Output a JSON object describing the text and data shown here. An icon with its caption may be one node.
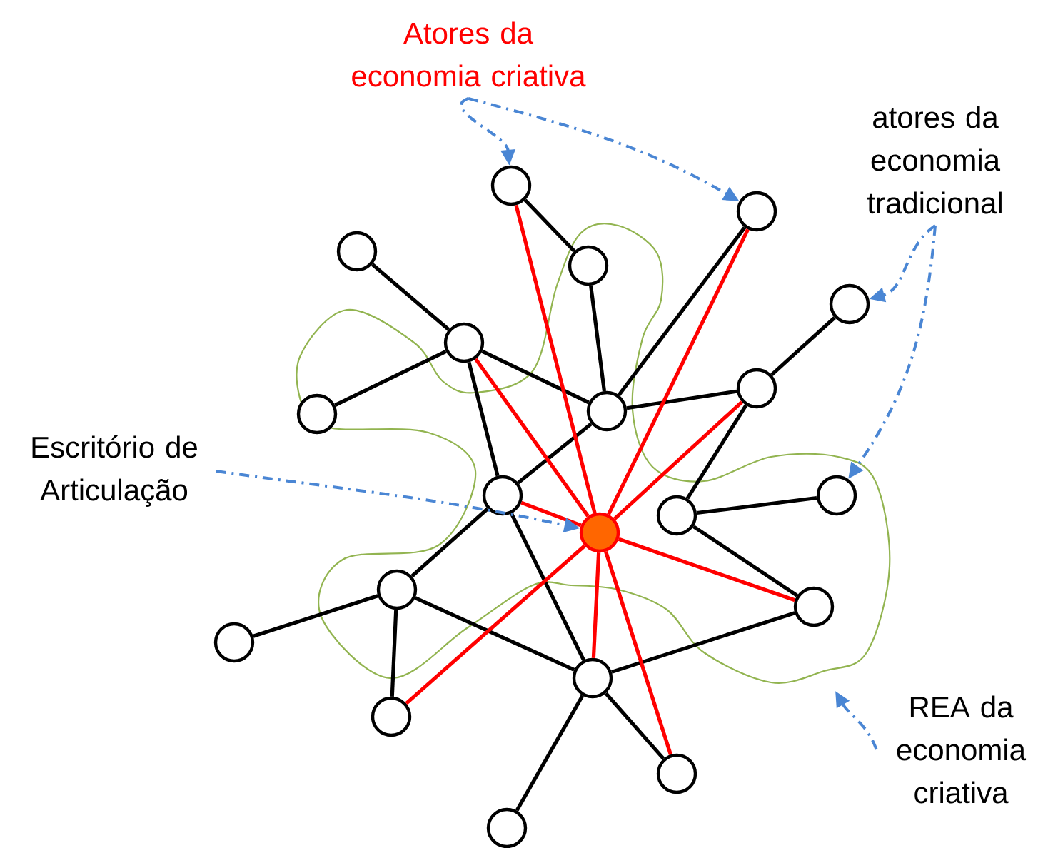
{
  "diagram": {
    "nodes": [
      {
        "text": [
          "Atores da economia criativa"
        ]
      },
      {
        "text": [
          "atores da economia tradicional"
        ]
      },
      {
        "text": [],
        "shape": "circle"
      },
      {
        "text": [],
        "shape": "circle"
      },
      {
        "text": [],
        "shape": "circle"
      },
      {
        "text": [],
        "shape": "circle"
      },
      {
        "text": [],
        "shape": "circle"
      },
      {
        "text": [],
        "shape": "circle"
      },
      {
        "text": [],
        "shape": "circle"
      },
      {
        "text": [],
        "shape": "circle"
      },
      {
        "text": [],
        "shape": "circle"
      },
      {
        "text": [
          "Escritório de Articulação"
        ]
      },
      {
        "text": [],
        "shape": "circle"
      },
      {
        "text": [],
        "shape": "circle"
      },
      {
        "text": [],
        "shape": "circle"
      },
      {
        "text": [],
        "shape": "circle"
      },
      {
        "text": [],
        "shape": "circle"
      },
      {
        "text": [],
        "shape": "circle"
      },
      {
        "text": [],
        "shape": "circle"
      },
      {
        "text": [],
        "shape": "circle"
      },
      {
        "text": [],
        "shape": "circle"
      },
      {
        "text": [
          "REA da economia criativa"
        ]
      },
      {
        "text": [],
        "shape": "circle"
      },
      {
        "text": [],
        "shape": "circle"
      }
    ],
    "edges": [
      {
        "from": 2,
        "to": 5,
        "arrow": "none"
      },
      {
        "from": 5,
        "to": 9,
        "arrow": "none"
      },
      {
        "from": 4,
        "to": 7,
        "arrow": "none"
      },
      {
        "from": 7,
        "to": 10,
        "arrow": "none"
      },
      {
        "from": 7,
        "to": 9,
        "arrow": "none"
      },
      {
        "from": 7,
        "to": 12,
        "arrow": "none"
      },
      {
        "from": 9,
        "to": 3,
        "arrow": "none"
      },
      {
        "from": 9,
        "to": 8,
        "arrow": "none"
      },
      {
        "from": 9,
        "to": 12,
        "arrow": "none"
      },
      {
        "from": 8,
        "to": 6,
        "arrow": "none"
      },
      {
        "from": 8,
        "to": 14,
        "arrow": "none"
      },
      {
        "from": 14,
        "to": 13,
        "arrow": "none"
      },
      {
        "from": 14,
        "to": 17,
        "arrow": "none"
      },
      {
        "from": 12,
        "to": 16,
        "arrow": "none"
      },
      {
        "from": 12,
        "to": 19,
        "arrow": "none"
      },
      {
        "from": 16,
        "to": 18,
        "arrow": "none"
      },
      {
        "from": 16,
        "to": 20,
        "arrow": "none"
      },
      {
        "from": 16,
        "to": 19,
        "arrow": "none"
      },
      {
        "from": 19,
        "to": 17,
        "arrow": "none"
      },
      {
        "from": 19,
        "to": 22,
        "arrow": "none"
      },
      {
        "from": 19,
        "to": 23,
        "arrow": "none"
      },
      {
        "from": 15,
        "to": 2,
        "arrow": "none",
        "color": "#ff0000"
      },
      {
        "from": 15,
        "to": 7,
        "arrow": "none",
        "color": "#ff0000"
      },
      {
        "from": 15,
        "to": 3,
        "arrow": "none",
        "color": "#ff0000"
      },
      {
        "from": 15,
        "to": 8,
        "arrow": "none",
        "color": "#ff0000"
      },
      {
        "from": 15,
        "to": 12,
        "arrow": "none",
        "color": "#ff0000"
      },
      {
        "from": 15,
        "to": 17,
        "arrow": "none",
        "color": "#ff0000"
      },
      {
        "from": 15,
        "to": 20,
        "arrow": "none",
        "color": "#ff0000"
      },
      {
        "from": 15,
        "to": 19,
        "arrow": "none",
        "color": "#ff0000"
      },
      {
        "from": 15,
        "to": 22,
        "arrow": "none",
        "color": "#ff0000"
      },
      {
        "from": 0,
        "to": 2,
        "arrow": "to",
        "style": "dashed",
        "color": "#4a86d4"
      },
      {
        "from": 0,
        "to": 3,
        "arrow": "to",
        "style": "dashed",
        "color": "#4a86d4"
      },
      {
        "from": 1,
        "to": 6,
        "arrow": "to",
        "style": "dashed",
        "color": "#4a86d4"
      },
      {
        "from": 1,
        "to": 13,
        "arrow": "to",
        "style": "dashed",
        "color": "#4a86d4"
      },
      {
        "from": 11,
        "to": 15,
        "arrow": "to",
        "style": "dashed",
        "color": "#4a86d4"
      },
      {
        "from": 21,
        "to": null,
        "arrow": "to",
        "style": "dashed",
        "color": "#4a86d4"
      }
    ]
  }
}
